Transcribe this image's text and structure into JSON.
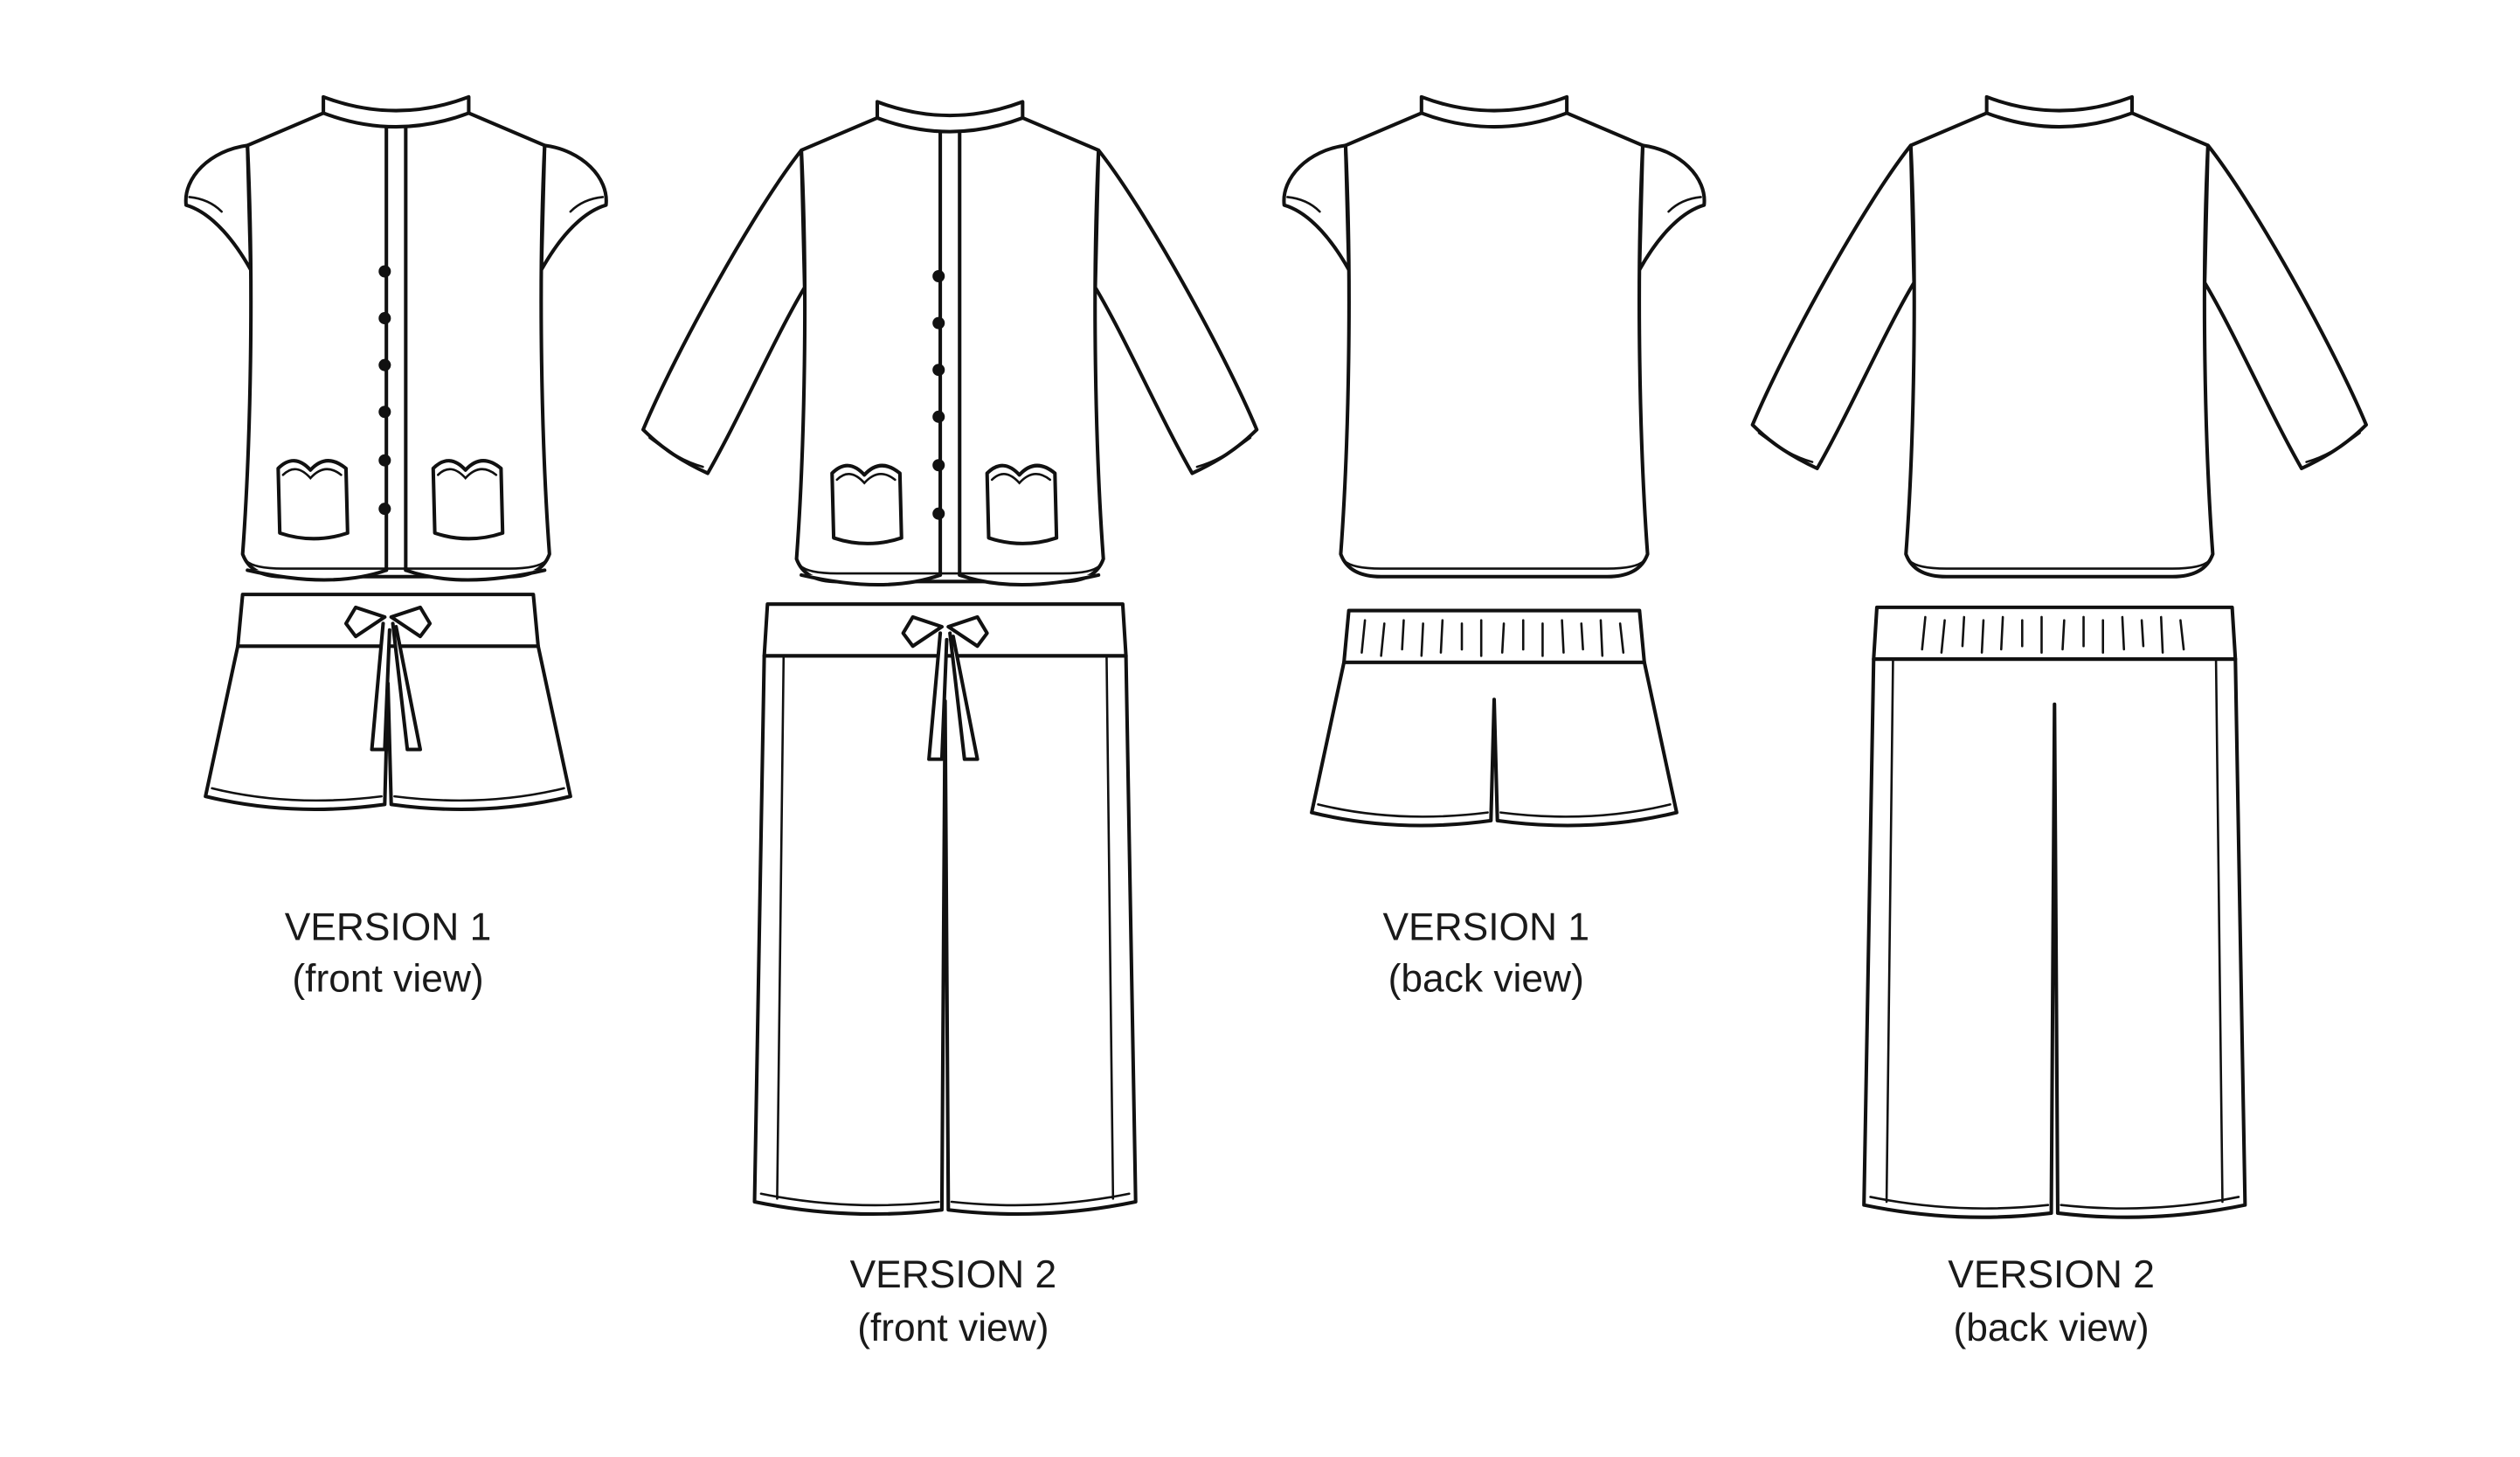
{
  "figures": [
    {
      "title": "VERSION 1",
      "subtitle": "(front view)"
    },
    {
      "title": "VERSION 2",
      "subtitle": "(front view)"
    },
    {
      "title": "VERSION 1",
      "subtitle": "(back view)"
    },
    {
      "title": "VERSION 2",
      "subtitle": "(back view)"
    }
  ],
  "colors": {
    "line": "#111111",
    "background": "#ffffff"
  }
}
